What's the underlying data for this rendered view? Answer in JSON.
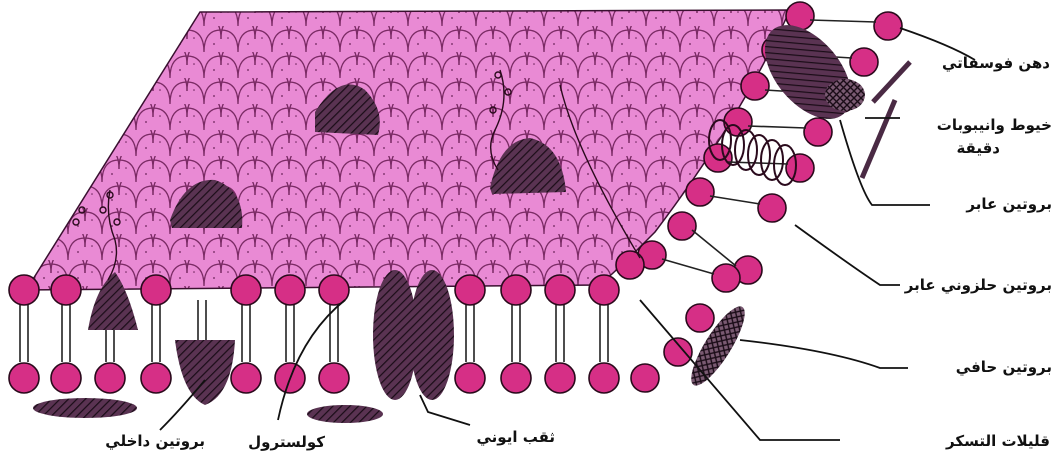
{
  "labels": {
    "phospholipid": "دهن فوسفاتي",
    "filaments_line1": "خيوط وانيبوبات",
    "filaments_line2": "دقيقة",
    "transmembrane_protein": "بروتين عابر",
    "helical_protein": "بروتين حلزوني عابر",
    "peripheral_protein": "بروتين حافي",
    "glycocalyx": "قليلات التسكر",
    "ion_channel": "ثقب ايوني",
    "cholesterol": "كولسترول",
    "integral_protein": "بروتين داخلي"
  },
  "colors": {
    "membrane_surface": "#e77fd0",
    "head": "#d62f86",
    "head_outline": "#2a0a1c",
    "protein": "#4a2a44",
    "ink": "#111111"
  }
}
